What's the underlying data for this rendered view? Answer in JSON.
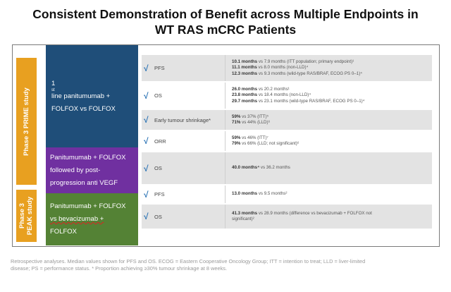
{
  "title": {
    "line1": "Consistent Demonstration of Benefit across Multiple Endpoints in",
    "line2": "WT RAS mCRC Patients"
  },
  "studies": {
    "prime": "Phase 3 PRIME study",
    "peak_line1": "Phase 3",
    "peak_line2": "PEAK study"
  },
  "arms": {
    "first_line": {
      "line1_pre": "1",
      "line1_sup": "st",
      "line1_post": " line panitumumab +",
      "line2": "FOLFOX vs FOLFOX"
    },
    "post_progression": {
      "line1": "Panitumumab + FOLFOX",
      "line2": "followed by post-",
      "line3": "progression anti VEGF"
    },
    "vs_bev": {
      "line1": "Panitumumab + FOLFOX",
      "line2": "vs bevacizumab +",
      "line3": "FOLFOX"
    }
  },
  "check_glyph": "√",
  "rows": [
    {
      "endpoint": "PFS",
      "lines": [
        "10.1 months vs 7.9 months (ITT population; primary endpoint)¹",
        "11.1 months vs 8.0 months (non-LLD)⁴",
        "12.3 months vs 9.3 months (wild-type RAS/BRAF, ECOG PS 0–1)⁴"
      ]
    },
    {
      "endpoint": "OS",
      "lines": [
        "26.0 months vs 20.2 months¹",
        "23.8 months vs 18.4 months (non-LLD)⁴",
        "29.7 months vs 23.1 months (wild-type RAS/BRAF, ECOG PS 0–1)⁴"
      ]
    },
    {
      "endpoint": "Early tumour shrinkage*",
      "lines": [
        "59% vs 37% (ITT)⁵",
        "71% vs 44% (LLD)⁶"
      ]
    },
    {
      "endpoint": "ORR",
      "lines": [
        "59% vs 46% (ITT)⁷",
        "79% vs 66% (LLD; not significant)⁶"
      ]
    },
    {
      "endpoint": "OS",
      "lines": [
        "40.0 months⁴ vs 36.2 months"
      ]
    },
    {
      "endpoint": "PFS",
      "lines": [
        "13.0 months vs 9.5 months²"
      ]
    },
    {
      "endpoint": "OS",
      "lines": [
        "41.3 months vs 28.9 months (difference vs bevacizumab + FOLFOX not",
        "significant)²"
      ]
    }
  ],
  "footnote": {
    "line1": "Retrospective analyses. Median values shown for PFS and OS. ECOG = Eastern Cooperative Oncology Group; ITT = intention to treat; LLD = liver-limited",
    "line2": "disease; PS = performance status. * Proportion achieving ≥30% tumour shrinkage at 8 weeks."
  },
  "colors": {
    "study_label": "#e8a020",
    "arm_blue": "#1f4e79",
    "arm_purple": "#7030a0",
    "arm_green": "#548235",
    "check": "#2e75b6",
    "row_shade": "#e3e3e3"
  }
}
